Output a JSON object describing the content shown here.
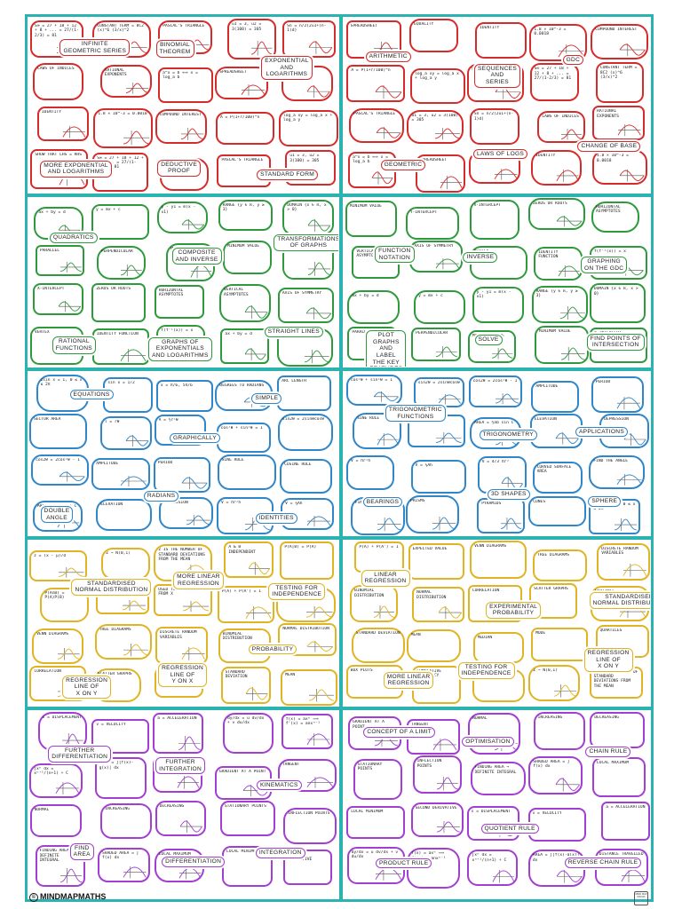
{
  "footer": {
    "brand": "MINDMAPMATHS",
    "logo": "MIND MAP MATHS"
  },
  "panels": [
    {
      "color": "#d62b2b",
      "topics": [
        {
          "text": "INFINITE\nGEOMETRIC SERIES"
        },
        {
          "text": "BINOMIAL\nTHEOREM"
        },
        {
          "text": "EXPONENTIAL\nAND\nLOGARITHMS"
        },
        {
          "text": "MORE EXPONENTIAL\nAND LOGARITHMS"
        },
        {
          "text": "DEDUCTIVE\nPROOF"
        },
        {
          "text": "STANDARD FORM"
        },
        {
          "text": "ARITHMETIC"
        },
        {
          "text": "SEQUENCES\nAND\nSERIES"
        },
        {
          "text": "GDC"
        },
        {
          "text": "GEOMETRIC"
        },
        {
          "text": "LAWS OF LOGS"
        },
        {
          "text": "CHANGE OF BASE"
        }
      ],
      "notes": [
        "S∞ = 27 + 18 + 12 + 8 + ... = 27/(1-2/3) = 81",
        "CONSTANT TERM = 8C2 (x)^6 (3/x)^2",
        "PASCAL'S TRIANGLE",
        "u1 = 3, u2 = 3(100) = 305",
        "Sn = n/2(2u1+(n-1)d)",
        "LAWS OF INDICES",
        "RATIONAL EXPONENTS",
        "a^x = b ⟺ x = log_a b",
        "SPREADSHEET",
        "EQUALITY",
        "IDENTITY",
        "1.8 × 10^-3 = 0.0018",
        "COMPOUND INTEREST",
        "A = P(1+r/100)^n",
        "log_a xy = log_a x + log_a y",
        "SHOW THAT LHS = RHS"
      ]
    },
    {
      "color": "#2e9a3c",
      "topics": [
        {
          "text": "QUADRATICS"
        },
        {
          "text": "COMPOSITE\nAND INVERSE"
        },
        {
          "text": "TRANSFORMATIONS\nOF GRAPHS"
        },
        {
          "text": "RATIONAL\nFUNCTIONS"
        },
        {
          "text": "GRAPHS OF\nEXPONENTIALS\nAND LOGARITHMS"
        },
        {
          "text": "STRAIGHT LINES"
        },
        {
          "text": "FUNCTION\nNOTATION"
        },
        {
          "text": "INVERSE"
        },
        {
          "text": "GRAPHING\nON THE GDC"
        },
        {
          "text": "PLOT\nGRAPHS\nAND\nLABEL\nTHE KEY\nFEATURES"
        },
        {
          "text": "SOLVE"
        },
        {
          "text": "FIND POINTS OF\nINTERSECTION"
        }
      ],
      "notes": [
        "ax + by = d",
        "y = mx + c",
        "y - y1 = m(x - x1)",
        "RANGE {y ∈ ℝ, y ≥ 3}",
        "DOMAIN {x ∈ ℝ, x > 0}",
        "PARALLEL",
        "PERPENDICULAR",
        "MAXIMUM VALUE",
        "MINIMUM VALUE",
        "Y-INTERCEPT",
        "X-INTERCEPT",
        "ZEROS OR ROOTS",
        "HORIZONTAL ASYMPTOTES",
        "VERTICAL ASYMPTOTES",
        "AXIS OF SYMMETRY",
        "VERTEX",
        "IDENTITY FUNCTION",
        "f(f⁻¹(x)) = x"
      ]
    },
    {
      "color": "#2f86c9",
      "topics": [
        {
          "text": "EQUATIONS"
        },
        {
          "text": "GRAPHICALLY"
        },
        {
          "text": "SIMPLE"
        },
        {
          "text": "DOUBLE\nANGLE"
        },
        {
          "text": "RADIANS"
        },
        {
          "text": "IDENTITIES"
        },
        {
          "text": "TRIGONOMETRIC\nFUNCTIONS"
        },
        {
          "text": "TRIGONOMETRY"
        },
        {
          "text": "APPLICATIONS"
        },
        {
          "text": "BEARINGS"
        },
        {
          "text": "3D SHAPES"
        },
        {
          "text": "SPHERE"
        }
      ],
      "notes": [
        "2sin x = 1, 0 ≤ x ≤ 2π",
        "sin x = 1/2",
        "x = π/6, 5π/6",
        "DEGREES TO RADIANS",
        "ARC LENGTH",
        "SECTOR AREA",
        "l = rθ",
        "A = ½r²θ",
        "cos²θ + sin²θ = 1",
        "sin2θ = 2sinθcosθ",
        "cos2θ = 2cos²θ - 1",
        "AMPLITUDE",
        "PERIOD",
        "SINE RULE",
        "COSINE RULE",
        "AREA = ½ab sin C",
        "ELEVATION",
        "DEPRESSION",
        "V = πr²h",
        "V = ⅓Ah",
        "V = 4/3 πr³",
        "CURVED SURFACE AREA",
        "FIND THE ANGLE",
        "FIND THE LENGTH",
        "PRISMS",
        "PYRAMIDS",
        "CONES"
      ]
    },
    {
      "color": "#e0b422",
      "topics": [
        {
          "text": "STANDARDISED\nNORMAL DISTRIBUTION"
        },
        {
          "text": "MORE LINEAR\nREGRESSION"
        },
        {
          "text": "TESTING FOR\nINDEPENDENCE"
        },
        {
          "text": "REGRESSION\nLINE OF\nX ON Y"
        },
        {
          "text": "REGRESSION\nLINE OF\nY ON X"
        },
        {
          "text": "PROBABILITY"
        },
        {
          "text": "LINEAR\nREGRESSION"
        },
        {
          "text": "EXPERIMENTAL\nPROBABILITY"
        }
      ],
      "notes": [
        "z = (x - μ)/σ",
        "Z ~ N(0,1)",
        "Z IS THE NUMBER OF STANDARD DEVIATIONS FROM THE MEAN",
        "A & B INDEPENDENT",
        "P(A|B) = P(A)",
        "P(A∩B) = P(A)P(B)",
        "USED TO PREDICT X FROM Y",
        "USED TO PREDICT Y FROM X",
        "P(A) + P(A') = 1",
        "EXPECTED VALUE",
        "VENN DIAGRAMS",
        "TREE DIAGRAMS",
        "DISCRETE RANDOM VARIABLES",
        "BINOMIAL DISTRIBUTION",
        "NORMAL DISTRIBUTION",
        "CORRELATION",
        "SCATTER GRAPHS",
        "VARIANCE",
        "STANDARD DEVIATION",
        "MEAN",
        "MEDIAN",
        "MODE",
        "QUARTILES",
        "BOX PLOTS",
        "CUMULATIVE FREQUENCY"
      ]
    },
    {
      "color": "#a23ed1",
      "topics": [
        {
          "text": "FURTHER\nDIFFERENTIATION"
        },
        {
          "text": "FURTHER\nINTEGRATION"
        },
        {
          "text": "KINEMATICS"
        },
        {
          "text": "FIND\nAREA"
        },
        {
          "text": "DIFFERENTIATION"
        },
        {
          "text": "INTEGRATION"
        },
        {
          "text": "CONCEPT OF A LIMIT"
        },
        {
          "text": "OPTIMISATION"
        },
        {
          "text": "CHAIN RULE"
        },
        {
          "text": "PRODUCT RULE"
        },
        {
          "text": "QUOTIENT RULE"
        },
        {
          "text": "REVERSE CHAIN RULE"
        }
      ],
      "notes": [
        "s = DISPLACEMENT",
        "v = VELOCITY",
        "a = ACCELERATION",
        "dy/dx = u dv/dx + v du/dx",
        "f(x) = axⁿ ⟹ f'(x) = anxⁿ⁻¹",
        "∫xⁿ dx = xⁿ⁺¹/(n+1) + C",
        "AREA = ∫|f(x)-g(x)| dx",
        "DISTANCE TRAVELLED",
        "GRADIENT AT A POINT",
        "TANGENT",
        "NORMAL",
        "INCREASING",
        "DECREASING",
        "STATIONARY POINTS",
        "INFLECTION POINTS",
        "FINDING AREA → DEFINITE INTEGRAL",
        "SHADED AREA = ∫ f(x) dx",
        "LOCAL MAXIMUM",
        "LOCAL MINIMUM",
        "SECOND DERIVATIVE"
      ]
    },
    {
      "color": "#d62b2b"
    },
    {
      "color": "#2e9a3c"
    },
    {
      "color": "#2f86c9"
    },
    {
      "color": "#e0b422"
    },
    {
      "color": "#a23ed1"
    }
  ]
}
